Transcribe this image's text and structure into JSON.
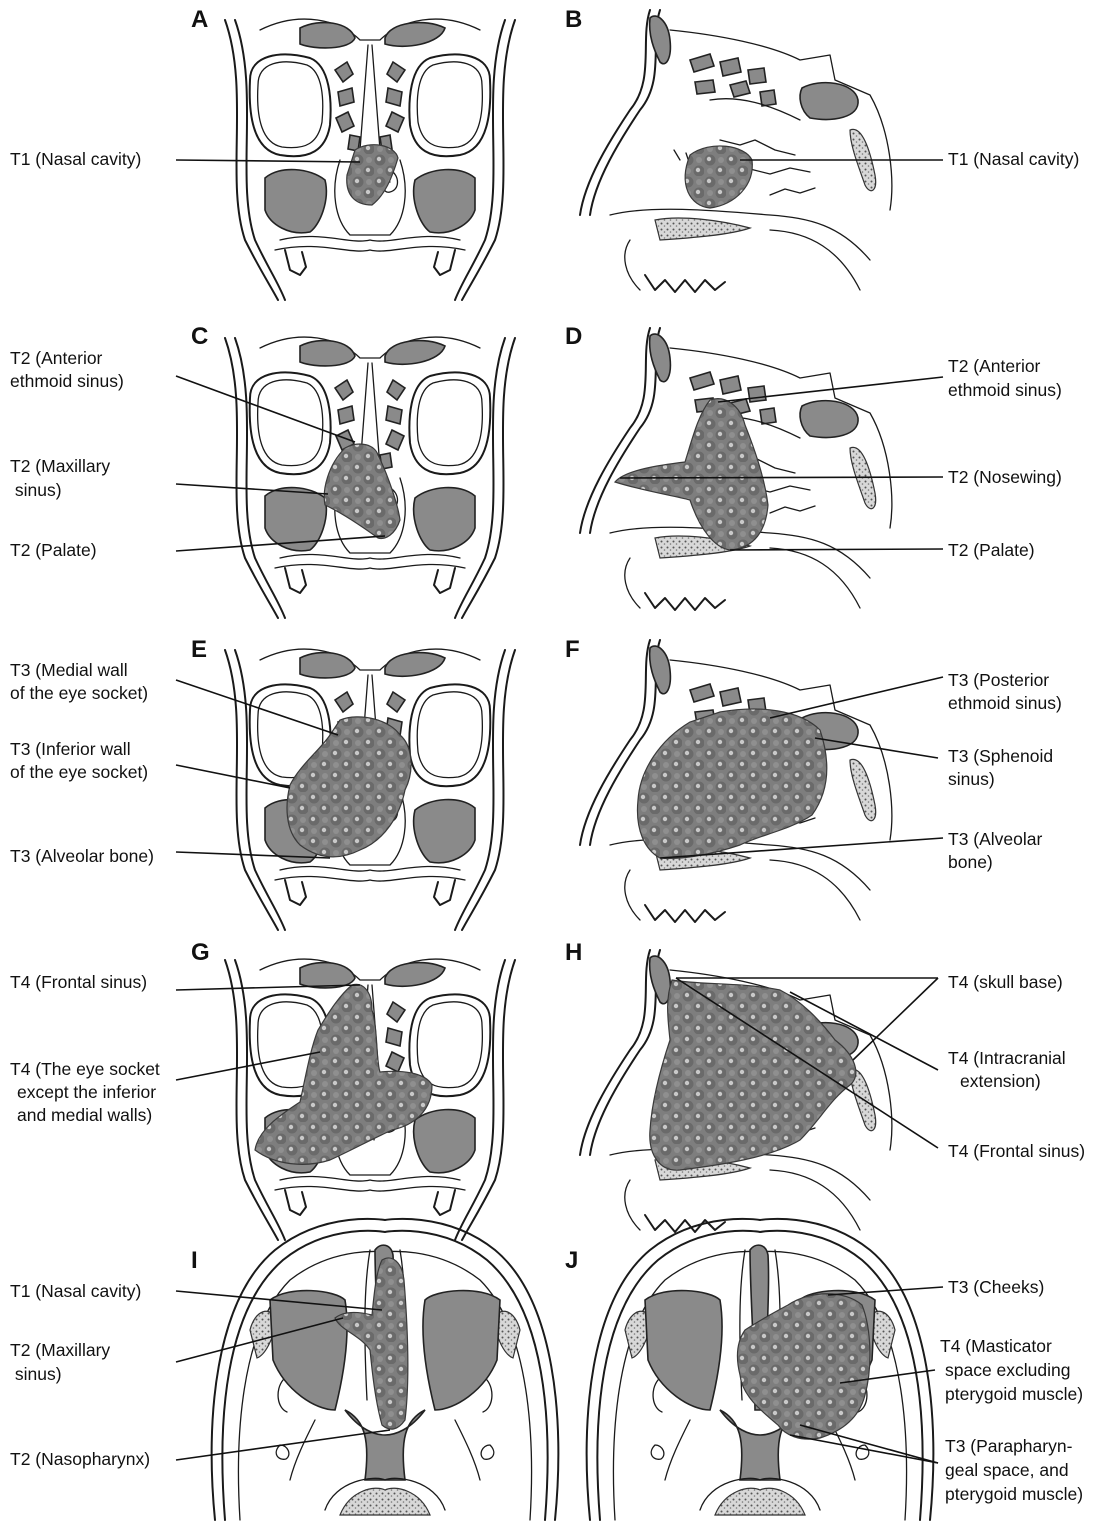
{
  "panels": [
    {
      "letter": "A",
      "labels": [
        "T1 (Nasal cavity)"
      ]
    },
    {
      "letter": "B",
      "labels": [
        "T1 (Nasal cavity)"
      ]
    },
    {
      "letter": "C",
      "labels": [
        "T2 (Anterior",
        "ethmoid sinus)",
        "T2 (Maxillary",
        " sinus)",
        "T2 (Palate)"
      ]
    },
    {
      "letter": "D",
      "labels": [
        "T2 (Anterior",
        "ethmoid sinus)",
        "T2 (Nosewing)",
        "T2 (Palate)"
      ]
    },
    {
      "letter": "E",
      "labels": [
        "T3 (Medial wall",
        "of the eye socket)",
        "T3 (Inferior wall",
        "of the eye socket)",
        "T3 (Alveolar bone)"
      ]
    },
    {
      "letter": "F",
      "labels": [
        "T3 (Posterior",
        "ethmoid sinus)",
        "T3 (Sphenoid",
        "sinus)",
        "T3 (Alveolar",
        "bone)"
      ]
    },
    {
      "letter": "G",
      "labels": [
        "T4 (Frontal sinus)",
        "T4 (The eye socket",
        "except the inferior",
        "and medial walls)"
      ]
    },
    {
      "letter": "H",
      "labels": [
        "T4 (skull base)",
        "T4 (Intracranial",
        "extension)",
        "T4 (Frontal sinus)"
      ]
    },
    {
      "letter": "I",
      "labels": [
        "T1 (Nasal cavity)",
        "T2 (Maxillary",
        " sinus)",
        "T2 (Nasopharynx)"
      ]
    },
    {
      "letter": "J",
      "labels": [
        "T3 (Cheeks)",
        "T4 (Masticator",
        "space excluding",
        "pterygoid muscle)",
        "T3 (Parapharyn-",
        "geal space, and",
        "pterygoid muscle)"
      ]
    }
  ]
}
